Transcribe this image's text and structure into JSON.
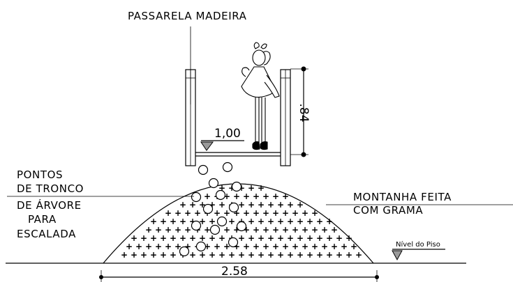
{
  "labels": {
    "walkway": "PASSARELA MADEIRA",
    "holds": [
      "PONTOS",
      "DE TRONCO",
      "DE ÁRVORE",
      "PARA",
      "ESCALADA"
    ],
    "mound": [
      "MONTANHA FEITA",
      "COM GRAMA"
    ],
    "floor": "Nível do Piso"
  },
  "dimensions": {
    "platform_height": "1,00",
    "rail_height": ".84",
    "base_width": "2.58"
  },
  "colors": {
    "grass": "#1f7a2e",
    "line": "#000000"
  }
}
